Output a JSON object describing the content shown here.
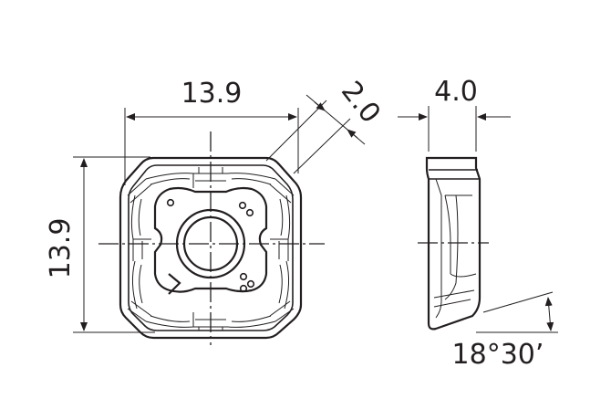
{
  "dimensions": {
    "width": "13.9",
    "height": "13.9",
    "corner_chamfer": "2.0",
    "thickness": "4.0",
    "clearance_angle": "18°30’"
  }
}
